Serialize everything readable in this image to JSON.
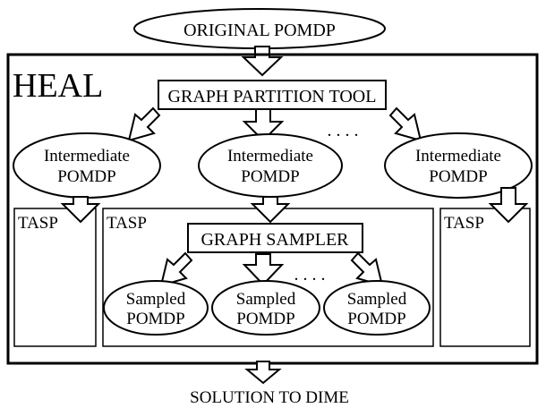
{
  "top": {
    "label": "ORIGINAL POMDP"
  },
  "heal": {
    "title": "HEAL"
  },
  "partition": {
    "label": "GRAPH PARTITION TOOL"
  },
  "dots_top": ". . . .",
  "intermediate": [
    {
      "line1": "Intermediate",
      "line2": "POMDP"
    },
    {
      "line1": "Intermediate",
      "line2": "POMDP"
    },
    {
      "line1": "Intermediate",
      "line2": "POMDP"
    }
  ],
  "tasp": [
    {
      "label": "TASP"
    },
    {
      "label": "TASP"
    },
    {
      "label": "TASP"
    }
  ],
  "sampler": {
    "label": "GRAPH SAMPLER"
  },
  "dots_mid": ". . . .",
  "sampled": [
    {
      "line1": "Sampled",
      "line2": "POMDP"
    },
    {
      "line1": "Sampled",
      "line2": "POMDP"
    },
    {
      "line1": "Sampled",
      "line2": "POMDP"
    }
  ],
  "bottom": {
    "label": "SOLUTION TO DIME"
  }
}
